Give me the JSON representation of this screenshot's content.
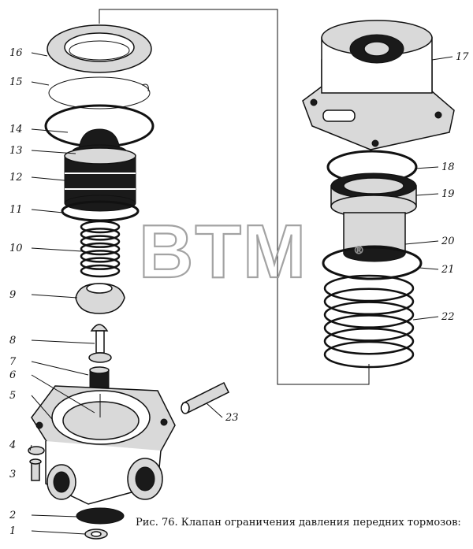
{
  "watermark": {
    "text": "BTM",
    "mark": "®"
  },
  "caption": "Рис. 76. Клапан ограничения давления передних тормозов:",
  "labels": [
    "16",
    "15",
    "14",
    "13",
    "12",
    "11",
    "10",
    "9",
    "8",
    "7",
    "6",
    "5",
    "4",
    "3",
    "2",
    "1",
    "17",
    "18",
    "19",
    "20",
    "21",
    "22",
    "23"
  ]
}
